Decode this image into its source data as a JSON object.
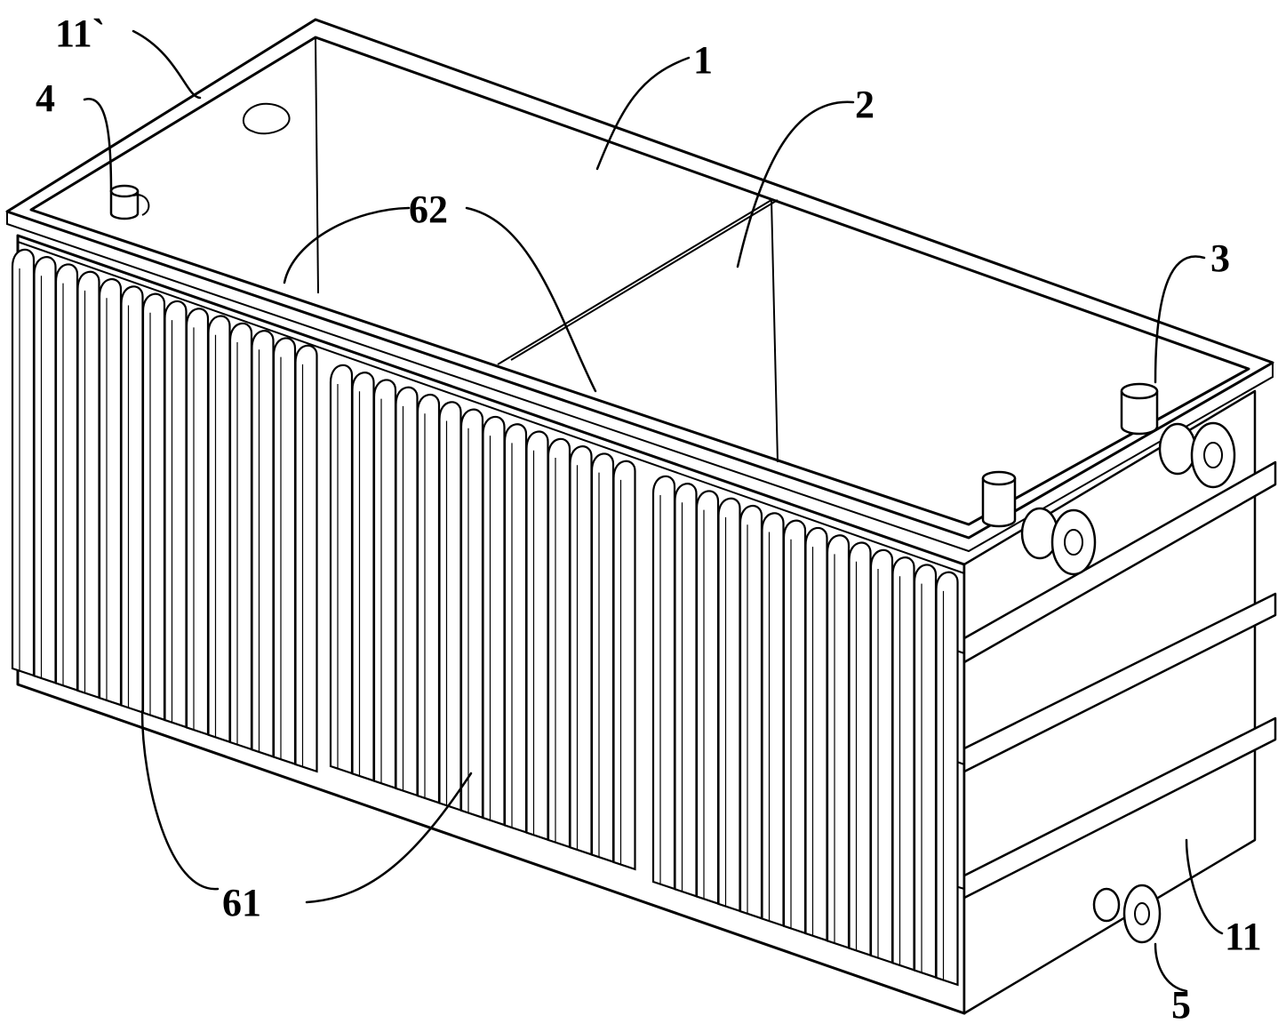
{
  "labels": {
    "l11p": "11`",
    "l4": "4",
    "l1": "1",
    "l2": "2",
    "l62": "62",
    "l3": "3",
    "l61": "61",
    "l11": "11",
    "l5": "5"
  }
}
